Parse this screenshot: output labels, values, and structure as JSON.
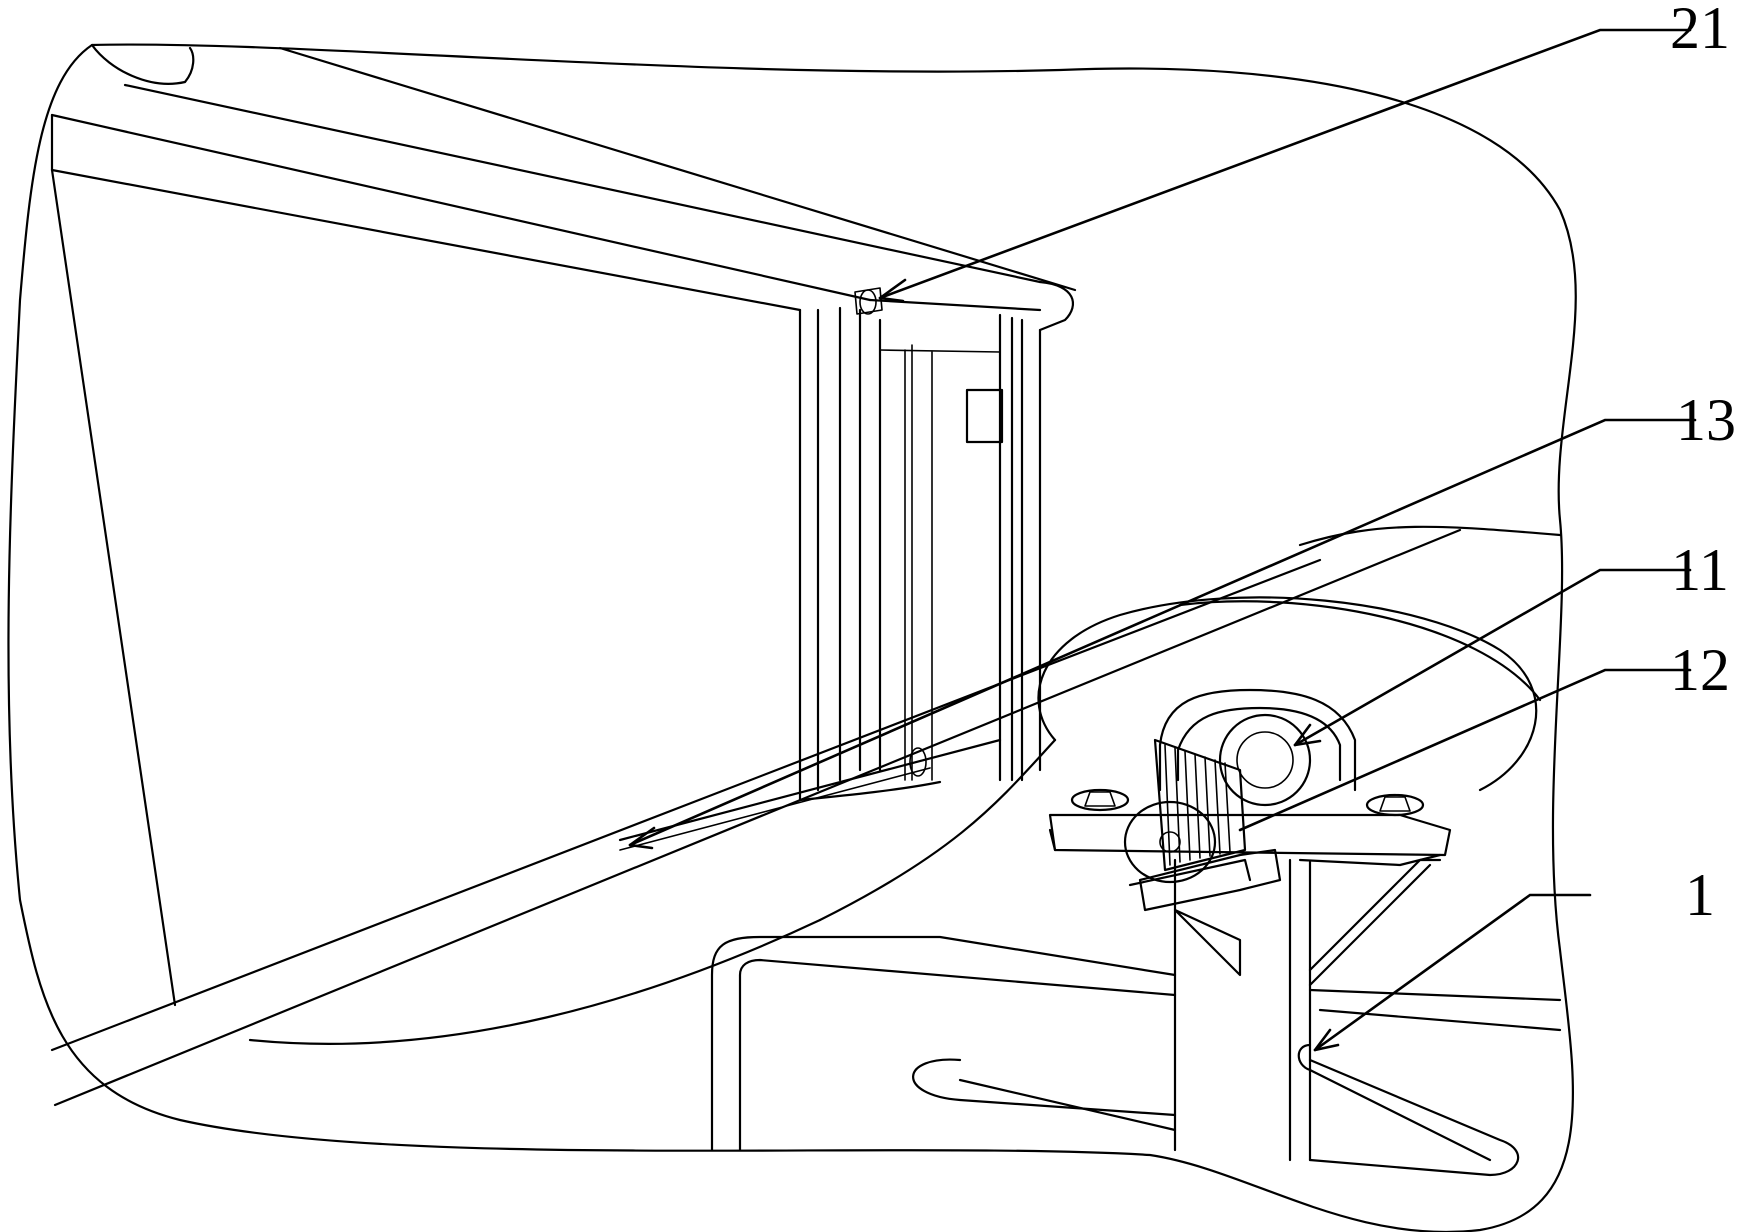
{
  "figure": {
    "labels": [
      {
        "id": "label-21",
        "text": "21"
      },
      {
        "id": "label-13",
        "text": "13"
      },
      {
        "id": "label-11",
        "text": "11"
      },
      {
        "id": "label-12",
        "text": "12"
      },
      {
        "id": "label-1",
        "text": "1"
      }
    ]
  }
}
